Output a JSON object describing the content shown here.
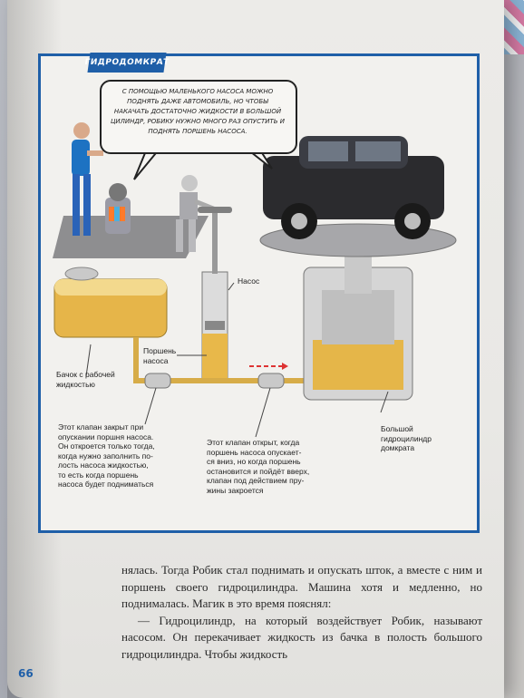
{
  "figure": {
    "title": "ГИДРОДОМКРАТ",
    "speech": "С помощью маленького насоса можно поднять даже автомобиль, но чтобы накачать достаточно жидкости в большой цилиндр, Робику нужно много раз опустить и поднять поршень насоса.",
    "labels": {
      "pump": "Насос",
      "piston_line1": "Поршень",
      "piston_line2": "насоса",
      "tank_line1": "Бачок с рабочей",
      "tank_line2": "жидкостью",
      "valve_left": [
        "Этот клапан закрыт при",
        "опускании поршня насоса.",
        "Он откроется только тогда,",
        "когда нужно заполнить по-",
        "лость насоса жидкостью,",
        "то есть когда поршень",
        "насоса будет подниматься"
      ],
      "valve_right": [
        "Этот клапан открыт, когда",
        "поршень насоса опускает-",
        "ся вниз, но когда поршень",
        "остановится и пойдёт вверх,",
        "клапан под действием пру-",
        "жины закроется"
      ],
      "big_cyl": [
        "Большой",
        "гидроцилиндр",
        "домкрата"
      ]
    }
  },
  "body": {
    "p1": "нялась. Тогда Робик стал поднимать и опускать шток, а вместе с ним и поршень своего гидроцилиндра. Машина хотя и медленно, но поднималась. Магик в это время пояснял:",
    "p2": "— Гидроцилиндр, на который воздействует Робик, называют насосом. Он перекачивает жидкость из бачка в полость большого гидроцилиндра. Чтобы жидкость"
  },
  "page_number": "66",
  "colors": {
    "accent": "#1f5fa8",
    "fluid": "#e8b84a",
    "car": "#2b2b2e"
  }
}
